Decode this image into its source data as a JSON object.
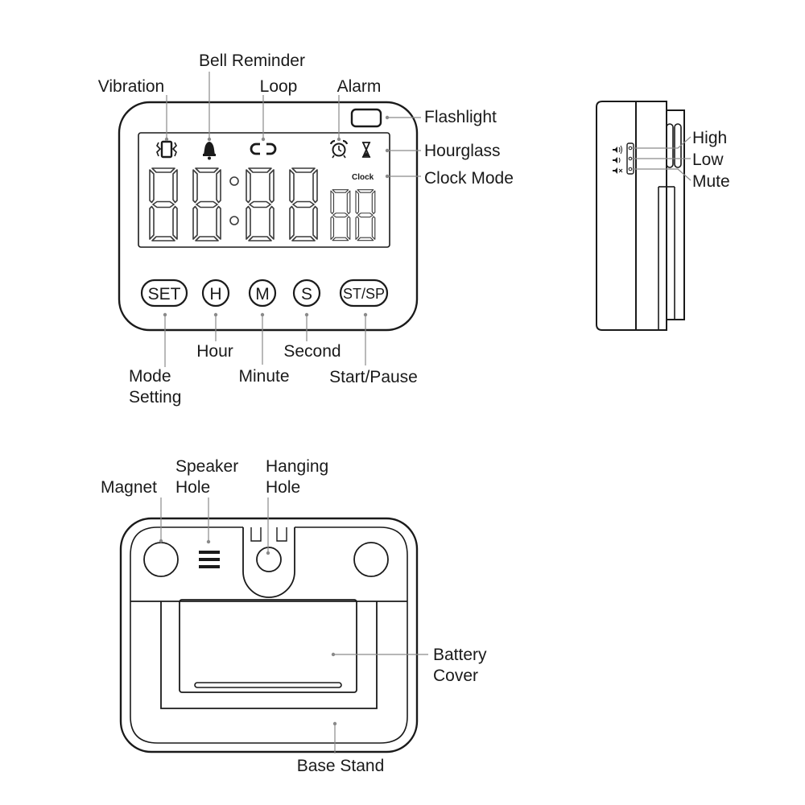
{
  "front": {
    "callouts": {
      "vibration": "Vibration",
      "bell_reminder": "Bell Reminder",
      "loop": "Loop",
      "alarm": "Alarm",
      "flashlight": "Flashlight",
      "hourglass": "Hourglass",
      "clock_mode": "Clock Mode",
      "hour": "Hour",
      "minute": "Minute",
      "second": "Second",
      "mode_setting_line1": "Mode",
      "mode_setting_line2": "Setting",
      "start_pause": "Start/Pause"
    },
    "display": {
      "clock_text": "Clock"
    },
    "buttons": {
      "set": "SET",
      "hour": "H",
      "minute": "M",
      "second": "S",
      "start_stop": "ST/SP"
    }
  },
  "side": {
    "callouts": {
      "high": "High",
      "low": "Low",
      "mute": "Mute"
    },
    "icons": [
      "speaker-high-icon",
      "speaker-low-icon",
      "speaker-mute-icon"
    ]
  },
  "back": {
    "callouts": {
      "magnet": "Magnet",
      "speaker_hole_line1": "Speaker",
      "speaker_hole_line2": "Hole",
      "hanging_hole_line1": "Hanging",
      "hanging_hole_line2": "Hole",
      "battery_cover_line1": "Battery",
      "battery_cover_line2": "Cover",
      "base_stand": "Base Stand"
    }
  }
}
